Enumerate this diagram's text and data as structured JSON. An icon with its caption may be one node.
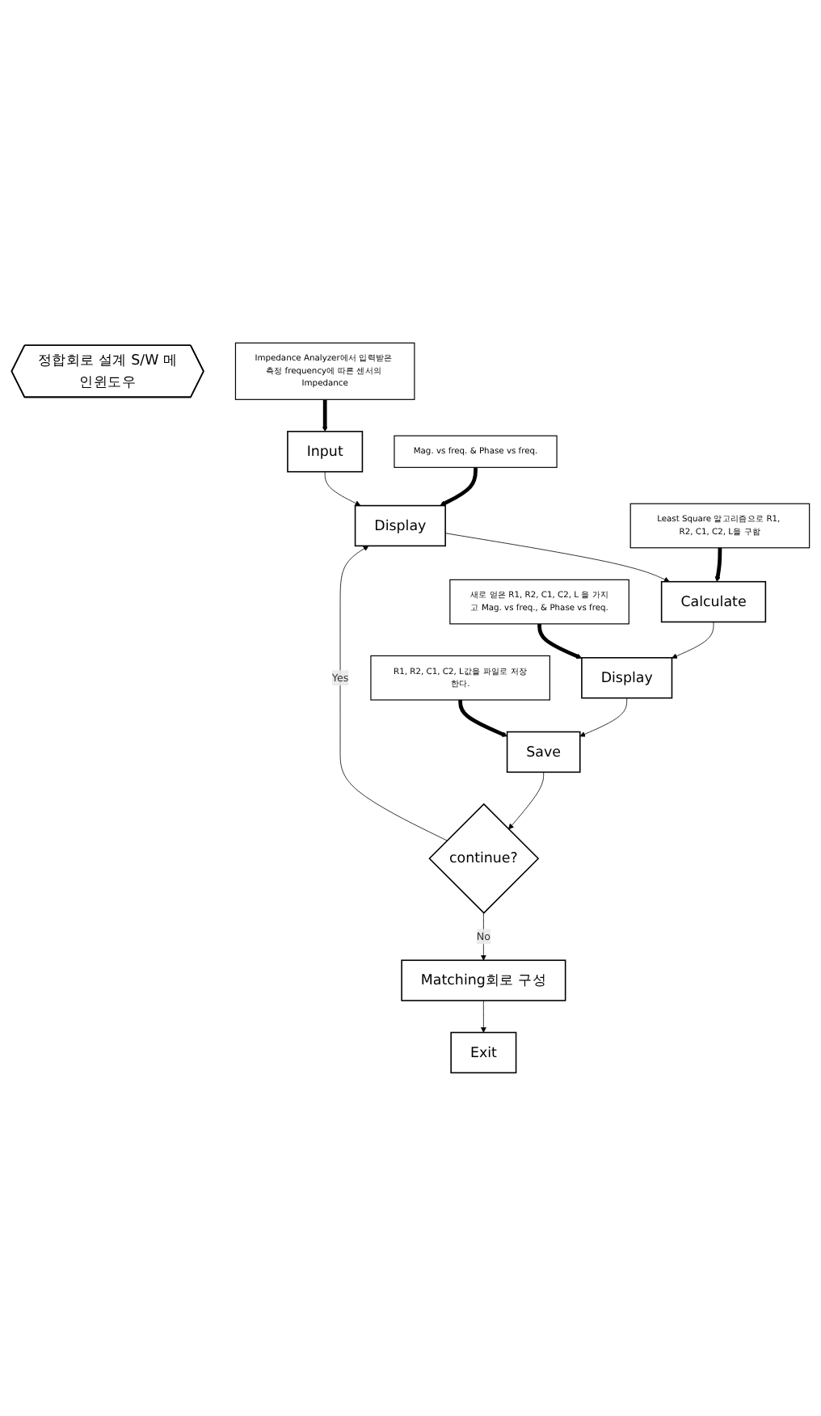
{
  "diagram": {
    "nodes": [
      {
        "text": [
          "정합회로 설계 S/W 메인윈도우"
        ]
      },
      {
        "text": [
          "Input"
        ]
      },
      {
        "text": [
          "Impedance Analyzer에서 입력받은 측정 frequency에 따른 센서의 Impedance"
        ]
      },
      {
        "text": [
          "Display"
        ]
      },
      {
        "text": [
          "Mag. vs freq. & Phase vs freq."
        ]
      },
      {
        "text": [
          "Calculate"
        ]
      },
      {
        "text": [
          "Least Square 알고리즘으로 R1, R2, C1, C2, L을 구함"
        ]
      },
      {
        "text": [
          "Display"
        ]
      },
      {
        "text": [
          "새로 얻은 R1, R2, C1, C2, L 을 가지고 Mag. vs freq., & Phase vs freq."
        ]
      },
      {
        "text": [
          "Save"
        ]
      },
      {
        "text": [
          "R1, R2, C1, C2, L값을 파일로 저장한다."
        ]
      },
      {
        "text": [
          "continue?"
        ]
      },
      {
        "text": [
          "Matching회로 구성"
        ]
      },
      {
        "text": [
          "Exit"
        ]
      }
    ],
    "edges": [
      {
        "from": 2,
        "to": 1,
        "arrow": "to",
        "style": "thick"
      },
      {
        "from": 1,
        "to": 3,
        "arrow": "to"
      },
      {
        "from": 4,
        "to": 3,
        "arrow": "to",
        "style": "thick"
      },
      {
        "from": 3,
        "to": 5,
        "arrow": "to"
      },
      {
        "from": 6,
        "to": 5,
        "arrow": "to",
        "style": "thick"
      },
      {
        "from": 5,
        "to": 7,
        "arrow": "to"
      },
      {
        "from": 8,
        "to": 7,
        "arrow": "to",
        "style": "thick"
      },
      {
        "from": 7,
        "to": 9,
        "arrow": "to"
      },
      {
        "from": 10,
        "to": 9,
        "arrow": "to",
        "style": "thick"
      },
      {
        "from": 9,
        "to": 11,
        "arrow": "to"
      },
      {
        "from": 11,
        "to": 3,
        "label": "Yes",
        "arrow": "to"
      },
      {
        "from": 11,
        "to": 12,
        "label": "No",
        "arrow": "to"
      },
      {
        "from": 12,
        "to": 13,
        "arrow": "to"
      }
    ]
  }
}
